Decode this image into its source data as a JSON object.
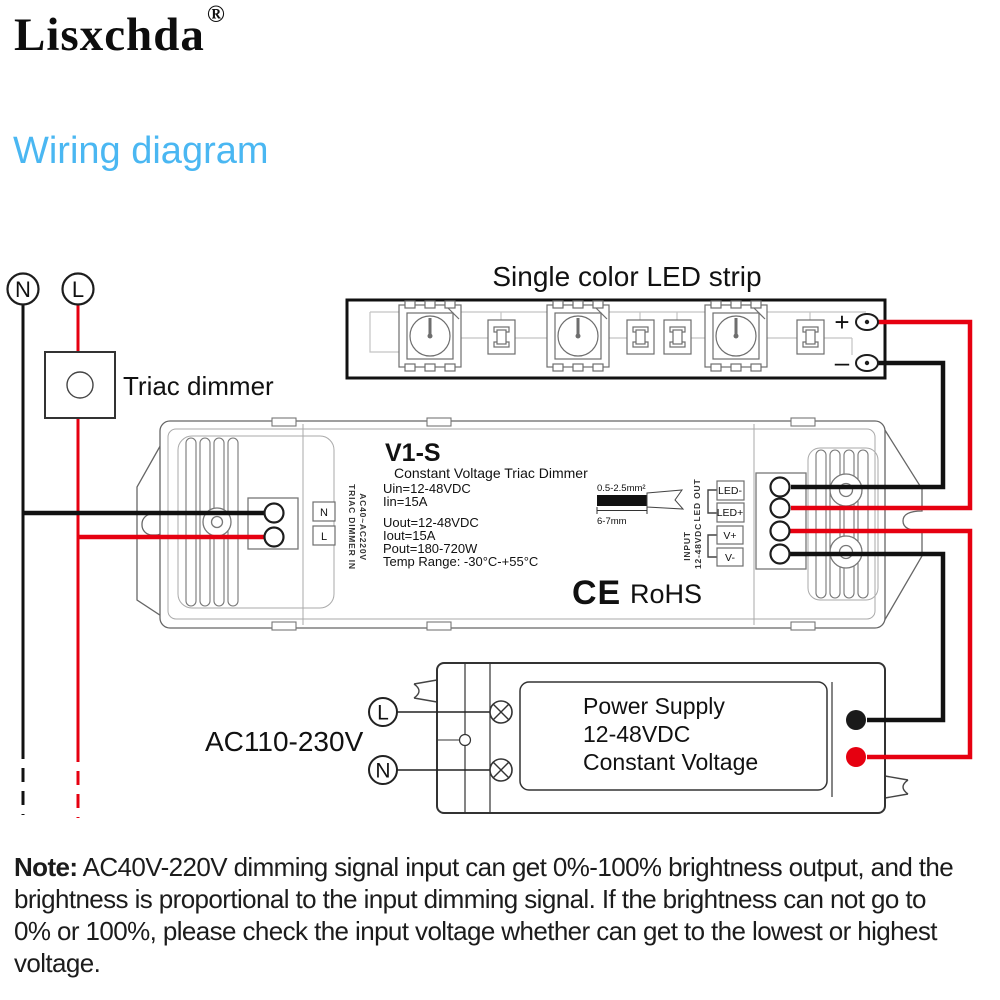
{
  "brand": {
    "name": "Lisxchda",
    "registered_mark": "®"
  },
  "heading": {
    "title": "Wiring diagram"
  },
  "led_strip": {
    "title": "Single color LED strip",
    "plus_label": "+",
    "minus_label": "–"
  },
  "mains": {
    "neutral_label": "N",
    "live_label": "L",
    "triac_dimmer_label": "Triac dimmer",
    "ac_input_label": "AC110-230V"
  },
  "dimmer": {
    "model": "V1-S",
    "subtitle": "Constant Voltage Triac Dimmer",
    "specs": [
      "Uin=12-48VDC",
      "Iin=15A",
      "Uout=12-48VDC",
      "Iout=15A",
      "Pout=180-720W",
      "Temp Range: -30°C-+55°C"
    ],
    "side_label_line1": "TRIAC DIMMER IN",
    "side_label_line2": "AC40~AC220V",
    "terminal_n": "N",
    "terminal_l": "L",
    "led_out_group": "LED OUT",
    "led_out_neg": "LED-",
    "led_out_pos": "LED+",
    "input_group_line1": "INPUT",
    "input_group_line2": "12-48VDC",
    "input_pos": "V+",
    "input_neg": "V-",
    "wire_gauge_area": "0.5-2.5mm²",
    "wire_strip_length": "6-7mm",
    "ce_mark": "CE",
    "rohs_mark": "RoHS"
  },
  "power_supply": {
    "line1": "Power Supply",
    "line2": "12-48VDC",
    "line3": "Constant Voltage"
  },
  "note": {
    "label": "Note:",
    "body": " AC40V-220V dimming signal input can get 0%-100% brightness output, and the brightness is proportional to the input dimming signal. If the brightness can not go to 0% or 100%, please check the input voltage whether can get to the lowest or highest voltage."
  },
  "colors": {
    "accent": "#4ab7f2",
    "wire_live": "#e60010",
    "wire_neutral": "#111111"
  }
}
